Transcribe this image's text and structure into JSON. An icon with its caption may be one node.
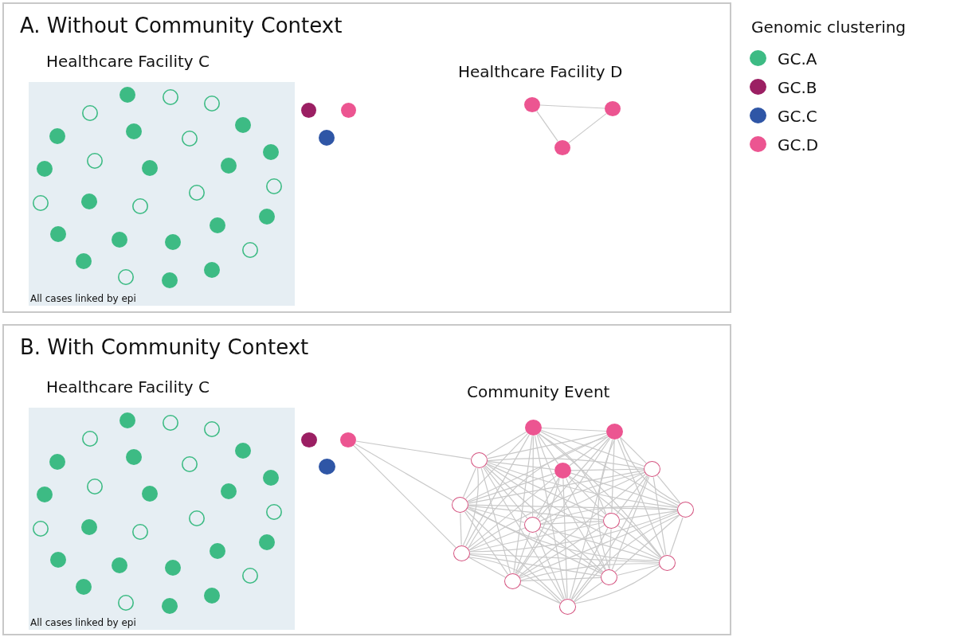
{
  "diagram": {
    "nodes": [
      {
        "text": [
          "A. Without Community Context"
        ]
      },
      {
        "text": [
          "Healthcare Facility C",
          "All cases linked by epi"
        ],
        "in": 0
      },
      {
        "text": [],
        "shape": "circle",
        "in": 0
      },
      {
        "text": [],
        "shape": "circle",
        "in": 0
      },
      {
        "text": [],
        "shape": "circle",
        "in": 0
      },
      {
        "text": [],
        "shape": "circle",
        "in": 0
      },
      {
        "text": [],
        "shape": "circle",
        "in": 0
      },
      {
        "text": [],
        "shape": "circle",
        "in": 0
      },
      {
        "text": [
          "B. With Community Context"
        ]
      },
      {
        "text": [
          "Healthcare Facility C",
          "All cases linked by epi"
        ],
        "in": 8
      },
      {
        "text": [],
        "shape": "circle",
        "in": 8
      },
      {
        "text": [],
        "shape": "circle",
        "in": 8
      },
      {
        "text": [],
        "shape": "circle",
        "in": 8
      },
      {
        "text": [],
        "shape": "circle",
        "in": 8
      },
      {
        "text": [],
        "shape": "circle",
        "in": 8
      },
      {
        "text": [],
        "shape": "circle",
        "in": 8
      },
      {
        "text": [],
        "shape": "circle",
        "in": 8
      },
      {
        "text": [],
        "shape": "circle",
        "in": 8
      },
      {
        "text": [],
        "shape": "circle",
        "in": 8
      },
      {
        "text": [],
        "shape": "circle",
        "in": 8
      },
      {
        "text": [],
        "shape": "circle",
        "in": 8
      },
      {
        "text": [],
        "shape": "circle",
        "in": 8
      },
      {
        "text": [],
        "shape": "circle",
        "in": 8
      },
      {
        "text": [],
        "shape": "circle",
        "in": 8
      },
      {
        "text": [],
        "shape": "circle",
        "in": 8
      },
      {
        "text": [],
        "shape": "circle",
        "in": 8
      },
      {
        "text": [],
        "shape": "circle",
        "in": 8
      }
    ],
    "edges": [
      {
        "from": 5,
        "to": 6,
        "arrow": "none"
      },
      {
        "from": 6,
        "to": 7,
        "arrow": "none"
      },
      {
        "from": 7,
        "to": 5,
        "arrow": "none"
      },
      {
        "from": 11,
        "to": 15,
        "arrow": "none"
      },
      {
        "from": 11,
        "to": 18,
        "arrow": "none"
      },
      {
        "from": 11,
        "to": 22,
        "arrow": "none"
      },
      {
        "from": 13,
        "to": 14,
        "arrow": "none"
      },
      {
        "from": 13,
        "to": 15,
        "arrow": "none"
      },
      {
        "from": 13,
        "to": 16,
        "arrow": "none"
      },
      {
        "from": 13,
        "to": 17,
        "arrow": "none"
      },
      {
        "from": 13,
        "to": 18,
        "arrow": "none"
      },
      {
        "from": 13,
        "to": 19,
        "arrow": "none"
      },
      {
        "from": 13,
        "to": 20,
        "arrow": "none"
      },
      {
        "from": 13,
        "to": 21,
        "arrow": "none"
      },
      {
        "from": 13,
        "to": 22,
        "arrow": "none"
      },
      {
        "from": 13,
        "to": 23,
        "arrow": "none"
      },
      {
        "from": 13,
        "to": 24,
        "arrow": "none"
      },
      {
        "from": 13,
        "to": 25,
        "arrow": "none"
      },
      {
        "from": 13,
        "to": 26,
        "arrow": "none"
      },
      {
        "from": 14,
        "to": 15,
        "arrow": "none"
      },
      {
        "from": 14,
        "to": 16,
        "arrow": "none"
      },
      {
        "from": 14,
        "to": 17,
        "arrow": "none"
      },
      {
        "from": 14,
        "to": 18,
        "arrow": "none"
      },
      {
        "from": 14,
        "to": 19,
        "arrow": "none"
      },
      {
        "from": 14,
        "to": 20,
        "arrow": "none"
      },
      {
        "from": 14,
        "to": 21,
        "arrow": "none"
      },
      {
        "from": 14,
        "to": 22,
        "arrow": "none"
      },
      {
        "from": 14,
        "to": 23,
        "arrow": "none"
      },
      {
        "from": 14,
        "to": 24,
        "arrow": "none"
      },
      {
        "from": 14,
        "to": 25,
        "arrow": "none"
      },
      {
        "from": 14,
        "to": 26,
        "arrow": "none"
      },
      {
        "from": 15,
        "to": 16,
        "arrow": "none"
      },
      {
        "from": 15,
        "to": 17,
        "arrow": "none"
      },
      {
        "from": 15,
        "to": 18,
        "arrow": "none"
      },
      {
        "from": 15,
        "to": 19,
        "arrow": "none"
      },
      {
        "from": 15,
        "to": 20,
        "arrow": "none"
      },
      {
        "from": 15,
        "to": 21,
        "arrow": "none"
      },
      {
        "from": 15,
        "to": 22,
        "arrow": "none"
      },
      {
        "from": 15,
        "to": 23,
        "arrow": "none"
      },
      {
        "from": 15,
        "to": 24,
        "arrow": "none"
      },
      {
        "from": 15,
        "to": 25,
        "arrow": "none"
      },
      {
        "from": 15,
        "to": 26,
        "arrow": "none"
      },
      {
        "from": 16,
        "to": 17,
        "arrow": "none"
      },
      {
        "from": 16,
        "to": 18,
        "arrow": "none"
      },
      {
        "from": 16,
        "to": 19,
        "arrow": "none"
      },
      {
        "from": 16,
        "to": 20,
        "arrow": "none"
      },
      {
        "from": 16,
        "to": 21,
        "arrow": "none"
      },
      {
        "from": 16,
        "to": 22,
        "arrow": "none"
      },
      {
        "from": 16,
        "to": 23,
        "arrow": "none"
      },
      {
        "from": 16,
        "to": 24,
        "arrow": "none"
      },
      {
        "from": 16,
        "to": 25,
        "arrow": "none"
      },
      {
        "from": 16,
        "to": 26,
        "arrow": "none"
      },
      {
        "from": 17,
        "to": 18,
        "arrow": "none"
      },
      {
        "from": 17,
        "to": 19,
        "arrow": "none"
      },
      {
        "from": 17,
        "to": 20,
        "arrow": "none"
      },
      {
        "from": 17,
        "to": 21,
        "arrow": "none"
      },
      {
        "from": 17,
        "to": 22,
        "arrow": "none"
      },
      {
        "from": 17,
        "to": 23,
        "arrow": "none"
      },
      {
        "from": 17,
        "to": 24,
        "arrow": "none"
      },
      {
        "from": 17,
        "to": 25,
        "arrow": "none"
      },
      {
        "from": 17,
        "to": 26,
        "arrow": "none"
      },
      {
        "from": 18,
        "to": 19,
        "arrow": "none"
      },
      {
        "from": 18,
        "to": 20,
        "arrow": "none"
      },
      {
        "from": 18,
        "to": 21,
        "arrow": "none"
      },
      {
        "from": 18,
        "to": 22,
        "arrow": "none"
      },
      {
        "from": 18,
        "to": 23,
        "arrow": "none"
      },
      {
        "from": 18,
        "to": 24,
        "arrow": "none"
      },
      {
        "from": 18,
        "to": 25,
        "arrow": "none"
      },
      {
        "from": 18,
        "to": 26,
        "arrow": "none"
      },
      {
        "from": 19,
        "to": 20,
        "arrow": "none"
      },
      {
        "from": 19,
        "to": 21,
        "arrow": "none"
      },
      {
        "from": 19,
        "to": 22,
        "arrow": "none"
      },
      {
        "from": 19,
        "to": 23,
        "arrow": "none"
      },
      {
        "from": 19,
        "to": 24,
        "arrow": "none"
      },
      {
        "from": 19,
        "to": 25,
        "arrow": "none"
      },
      {
        "from": 19,
        "to": 26,
        "arrow": "none"
      },
      {
        "from": 20,
        "to": 21,
        "arrow": "none"
      },
      {
        "from": 20,
        "to": 22,
        "arrow": "none"
      },
      {
        "from": 20,
        "to": 23,
        "arrow": "none"
      },
      {
        "from": 20,
        "to": 24,
        "arrow": "none"
      },
      {
        "from": 20,
        "to": 25,
        "arrow": "none"
      },
      {
        "from": 20,
        "to": 26,
        "arrow": "none"
      },
      {
        "from": 21,
        "to": 22,
        "arrow": "none"
      },
      {
        "from": 21,
        "to": 23,
        "arrow": "none"
      },
      {
        "from": 21,
        "to": 24,
        "arrow": "none"
      },
      {
        "from": 21,
        "to": 25,
        "arrow": "none"
      },
      {
        "from": 21,
        "to": 26,
        "arrow": "none"
      },
      {
        "from": 22,
        "to": 23,
        "arrow": "none"
      },
      {
        "from": 22,
        "to": 24,
        "arrow": "none"
      },
      {
        "from": 22,
        "to": 25,
        "arrow": "none"
      },
      {
        "from": 22,
        "to": 26,
        "arrow": "none"
      },
      {
        "from": 23,
        "to": 24,
        "arrow": "none"
      },
      {
        "from": 23,
        "to": 25,
        "arrow": "none"
      },
      {
        "from": 23,
        "to": 26,
        "arrow": "none"
      },
      {
        "from": 24,
        "to": 25,
        "arrow": "none"
      },
      {
        "from": 24,
        "to": 26,
        "arrow": "none"
      },
      {
        "from": 25,
        "to": 26,
        "arrow": "none"
      }
    ],
    "labels": [
      "Healthcare Facility D",
      "Genomic clustering",
      "Community Event"
    ],
    "legend": [
      {
        "text": "GC.A",
        "color": "#3dbb84"
      },
      {
        "text": "GC.B",
        "color": "#9b1f63"
      },
      {
        "text": "GC.C",
        "color": "#2f56a6"
      },
      {
        "text": "GC.D",
        "color": "#ec5591"
      }
    ]
  }
}
